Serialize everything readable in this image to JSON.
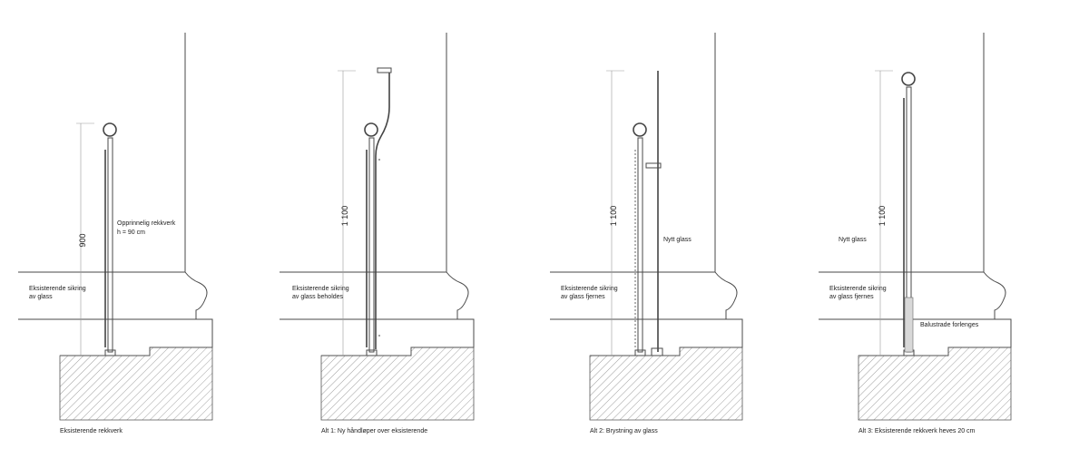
{
  "panels": [
    {
      "id": "existing",
      "caption": "Eksisterende rekkverk",
      "dimension": "900",
      "labels": [
        "Opprinnelig rekkverk",
        "h = 90 cm",
        "Eksisterende sikring",
        "av glass"
      ]
    },
    {
      "id": "alt1",
      "caption": "Alt 1: Ny håndløper over eksisterende",
      "dimension": "1 100",
      "labels": [
        "Eksisterende sikring",
        "av glass beholdes"
      ]
    },
    {
      "id": "alt2",
      "caption": "Alt 2: Brystning av glass",
      "dimension": "1 100",
      "labels": [
        "Nytt glass",
        "Eksisterende sikring",
        "av glass fjernes"
      ]
    },
    {
      "id": "alt3",
      "caption": "Alt 3: Eksisterende rekkverk heves 20 cm",
      "dimension": "1 100",
      "labels": [
        "Nytt glass",
        "Eksisterende sikring",
        "av glass fjernes",
        "Balustrade forlenges"
      ]
    }
  ],
  "colors": {
    "line": "#4a4a4a",
    "hatch": "#777777",
    "text": "#222222"
  }
}
